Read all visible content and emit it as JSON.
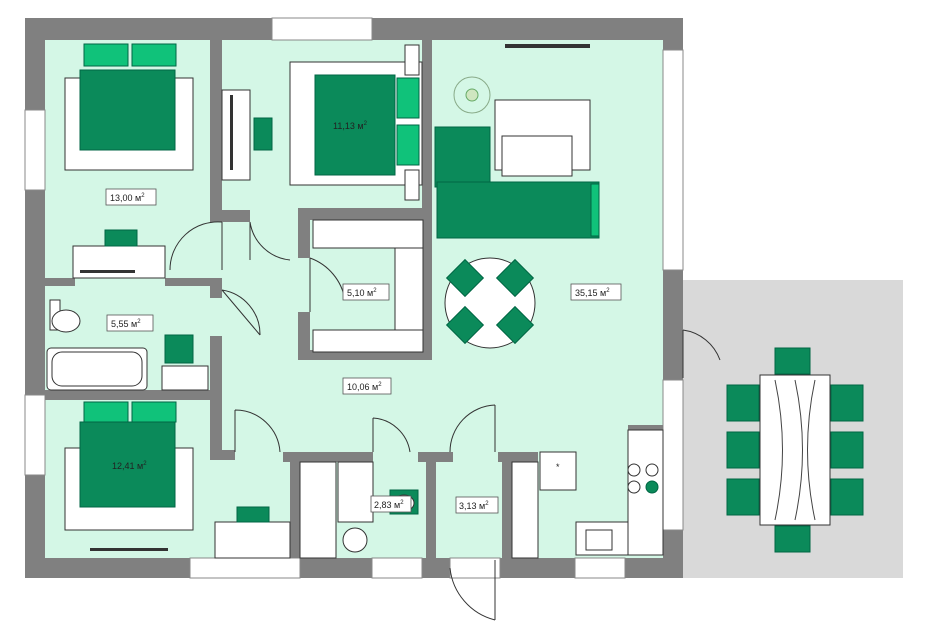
{
  "colors": {
    "floor": "#d4f7e6",
    "wall": "#808080",
    "terrace": "#d9d9d9",
    "furniture_green": "#0b8a5a",
    "furniture_light": "#10c27a",
    "white": "#ffffff",
    "line": "#333333"
  },
  "rooms": [
    {
      "id": "bedroom-1",
      "area": "13,00",
      "unit": "м",
      "sup": "2"
    },
    {
      "id": "bedroom-2",
      "area": "11,13",
      "unit": "м",
      "sup": "2"
    },
    {
      "id": "living-kitchen",
      "area": "35,15",
      "unit": "м",
      "sup": "2"
    },
    {
      "id": "bathroom",
      "area": "5,55",
      "unit": "м",
      "sup": "2"
    },
    {
      "id": "dressing",
      "area": "5,10",
      "unit": "м",
      "sup": "2"
    },
    {
      "id": "hall",
      "area": "10,06",
      "unit": "м",
      "sup": "2"
    },
    {
      "id": "bedroom-3",
      "area": "12,41",
      "unit": "м",
      "sup": "2"
    },
    {
      "id": "wc",
      "area": "2,83",
      "unit": "м",
      "sup": "2"
    },
    {
      "id": "entrance",
      "area": "3,13",
      "unit": "м",
      "sup": "2"
    }
  ],
  "fridge_mark": "*"
}
